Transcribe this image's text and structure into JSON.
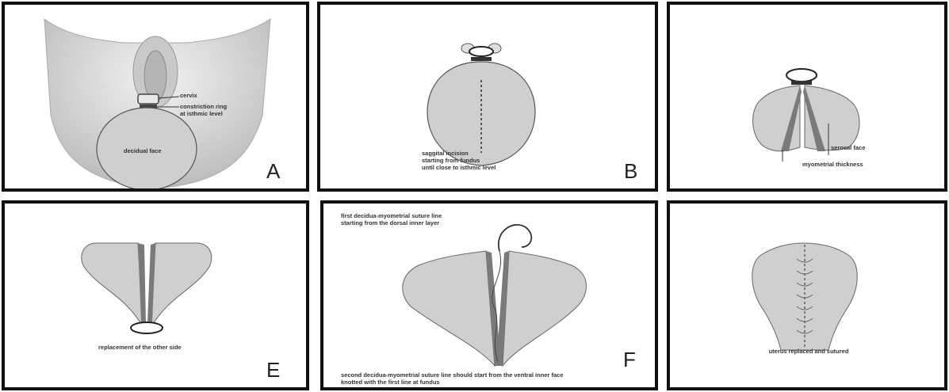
{
  "panels": {
    "A": {
      "letter": "A",
      "labels": {
        "cervix": "cervix",
        "constriction": "constriction ring\nat isthmic level",
        "decidual": "decidual face"
      }
    },
    "B": {
      "letter": "B",
      "labels": {
        "incision": "saggital incision\nstarting from fundus\nuntil close to isthmic level"
      }
    },
    "C": {
      "letter": "",
      "labels": {
        "serosal": "serosal face",
        "myometrial": "myometrial thickness"
      }
    },
    "E": {
      "letter": "E",
      "labels": {
        "replacement": "replacement of the other side"
      }
    },
    "F": {
      "letter": "F",
      "labels": {
        "first_suture": "first decidua-myometrial suture line\nstarting from the dorsal inner layer",
        "second_suture": "second decidua-myometrial suture line should start from the ventral inner face\nknotted with the first line at fundus"
      }
    },
    "G": {
      "letter": "",
      "labels": {
        "replaced": "uterus replaced and sutured"
      }
    }
  },
  "colors": {
    "border": "#111111",
    "tissue_fill": "#cfcfcf",
    "tissue_stroke": "#888888",
    "myometrium": "#7a7a7a",
    "skin": "#d9d9d9"
  }
}
